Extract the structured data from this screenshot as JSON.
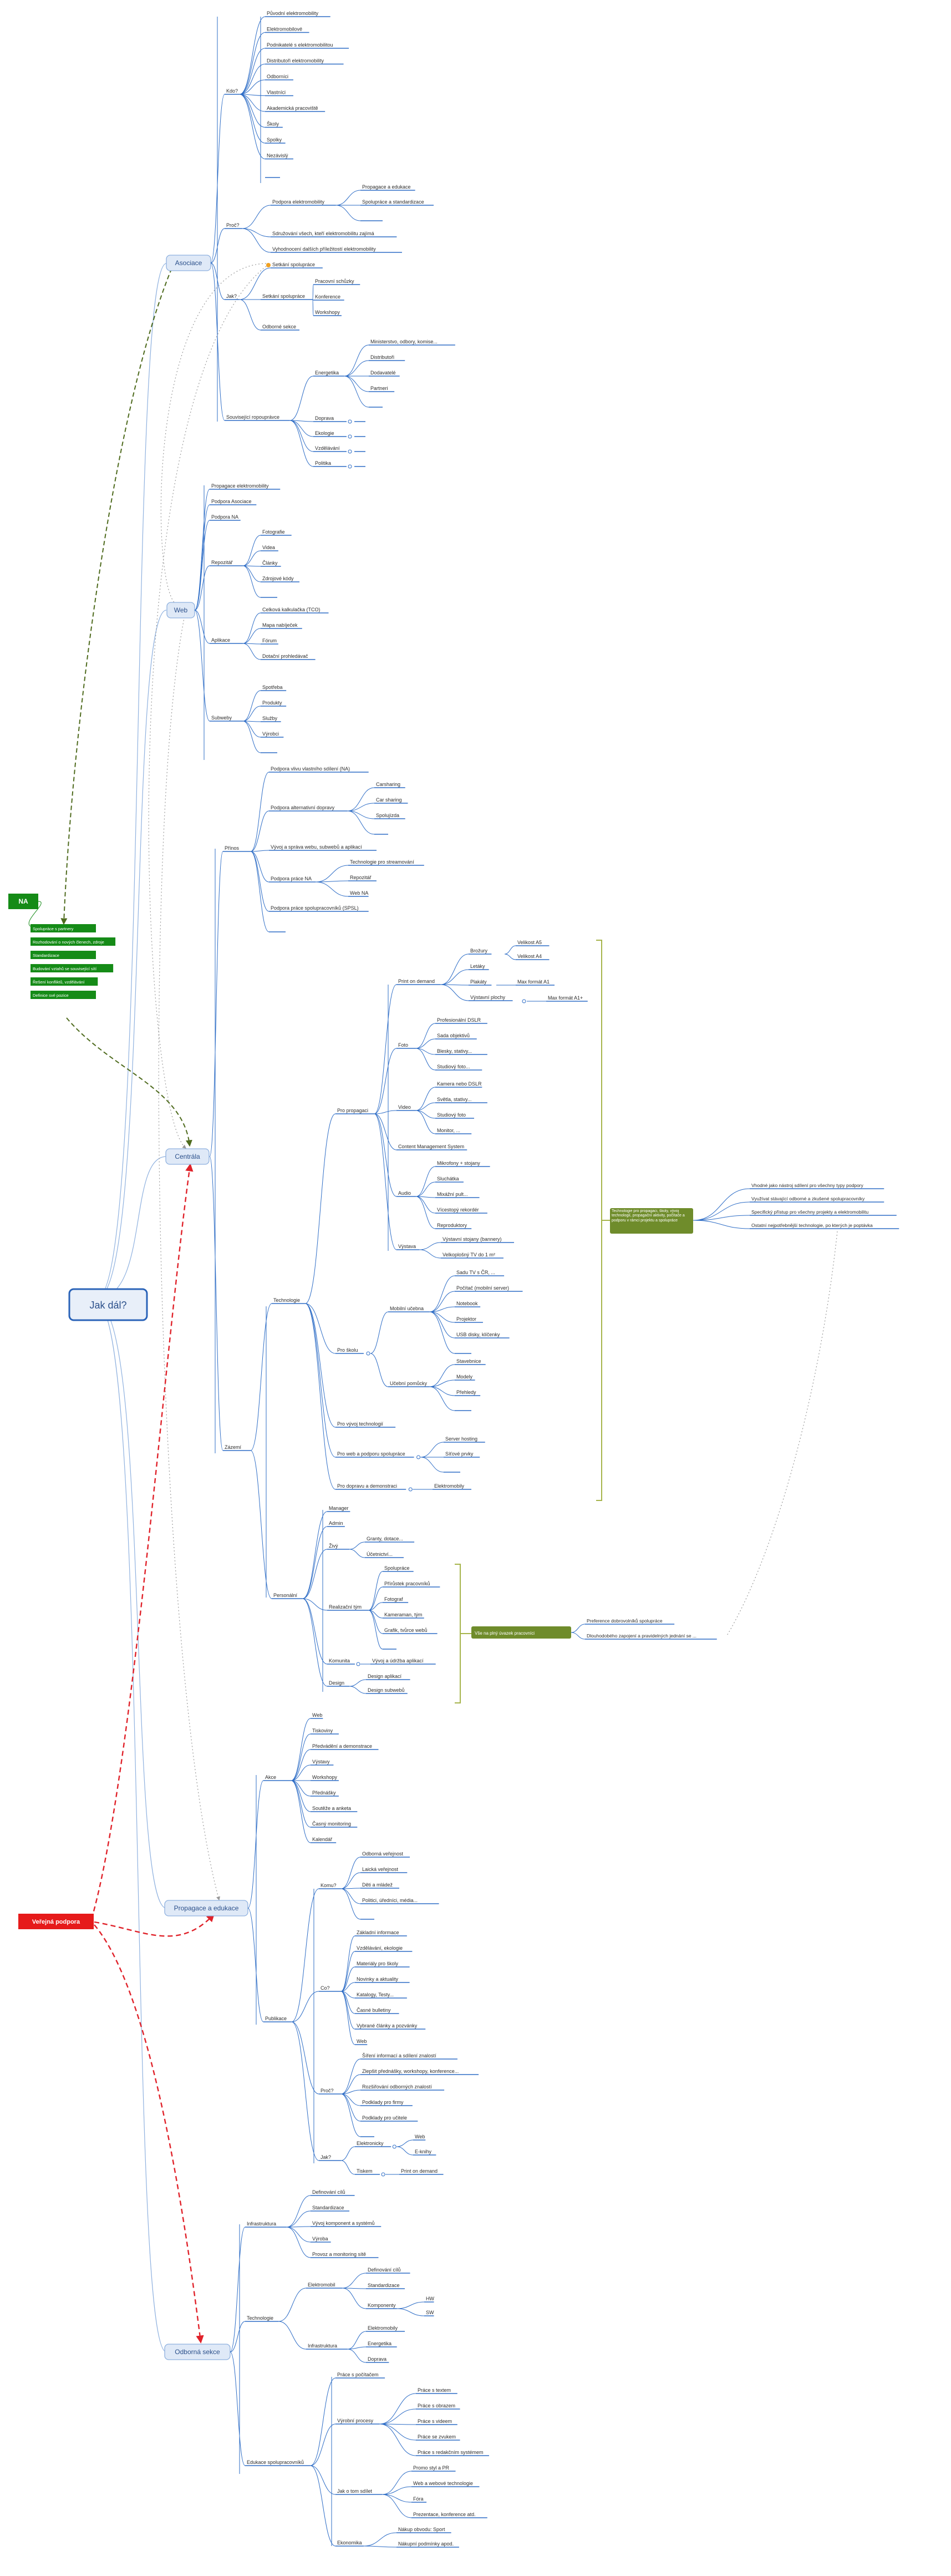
{
  "colors": {
    "branch": "#1f4e99",
    "leaf_line": "#2e6dc6",
    "hub_line": "#8fb1df",
    "hub_fill": "#dfe9f7",
    "root_border": "#2a63b8",
    "dashed_green": "#4f6b1e",
    "dashed_red": "#e0222a",
    "dotted_gray": "#999999",
    "bracket": "#a6b44b",
    "note_fill": "#6f8c2b",
    "na_fill": "#158b17",
    "verejna_fill": "#e61a1a"
  },
  "root": {
    "label": "Jak dál?"
  },
  "side_nodes": {
    "na": {
      "label": "NA"
    },
    "na_items": [
      "Spolupráce s partnery",
      "Rozhodování o nových členech, zdroje",
      "Standardizace",
      "Budování vztahů se související sítí",
      "Řešení konfliktů, vzdělávání",
      "Definice své pozice"
    ],
    "verejna_podpora": {
      "label": "Veřejná podpora"
    }
  },
  "hubs": [
    {
      "id": "asociace",
      "label": "Asociace"
    },
    {
      "id": "web",
      "label": "Web"
    },
    {
      "id": "centrala",
      "label": "Centrála"
    },
    {
      "id": "propagace",
      "label": "Propagace a edukace"
    },
    {
      "id": "odborna",
      "label": "Odborná sekce"
    }
  ],
  "nodes": {
    "asociace": {
      "kdo": "Kdo?",
      "kdo_items": [
        "Původní elektromobility",
        "Elektromobilové",
        "Podnikatelé s elektromobilitou",
        "Distributoři elektromobility",
        "Odborníci",
        "Vlastníci",
        "Akademická pracoviště",
        "Školy",
        "Spolky",
        "Nezávislý"
      ],
      "proc": "Proč?",
      "podpora_elektro": "Podpora elektromobility",
      "podpora_children": [
        "Propagace a edukace",
        "Spolupráce a standardizace"
      ],
      "proc_items": [
        "Sdružování všech, kteří elektromobilitu zajímá",
        "Vyhodnocení dalších příležitostí elektromobility"
      ],
      "jak": "Jak?",
      "setkani": "Setkání spolupráce",
      "setkani_children": [
        "Pracovní schůzky",
        "Konference",
        "Workshopy"
      ],
      "odborne_sekce": "Odborné sekce",
      "souvisejici": "Související ropouprávce",
      "energetika": "Energetika",
      "energetika_children": [
        "Ministerstvo, odbory, komise...",
        "Distributoři",
        "Dodavatelé",
        "Partneri"
      ],
      "doprava": "Doprava",
      "ekologie": "Ekologie",
      "vzdelavani": "Vzdělávání",
      "politika": "Politika"
    },
    "web": {
      "top_items": [
        "Propagace elektromobility",
        "Podpora Asociace",
        "Podpora NA"
      ],
      "repozitar": "Repozitář",
      "repozitar_children": [
        "Fotografie",
        "Videa",
        "Články",
        "Zdrojové kódy"
      ],
      "aplikace": "Aplikace",
      "aplikace_children": [
        "Celková kalkulačka (TCO)",
        "Mapa nabíječek",
        "Fórum",
        "Dotační prohledávač"
      ],
      "subweby": "Subweby",
      "subweby_children": [
        "Spotřeba",
        "Produkty",
        "Služby",
        "Výrobci"
      ]
    },
    "centrala": {
      "prinos": "Přínos",
      "prinos_items": [
        "Podpora vlivu vlastního sdílení (NA)",
        "Podpora alternativní dopravy"
      ],
      "alt_children": [
        "Carsharing",
        "Car sharing",
        "Spolujízda"
      ],
      "vyvoj": "Vývoj a správa webu, subwebů a aplikací",
      "podpora_prace": "Podpora práce NA",
      "podpora_prace_children": [
        "Technologie pro streamování",
        "Repozitář",
        "Web NA"
      ],
      "podpora_spol": "Podpora práce spolupracovníků (SPSL)",
      "zazemi": "Zázemí",
      "technologie": "Technologie",
      "pro_propagaci": "Pro propagaci",
      "print": "Print on demand",
      "print_children": [
        "Brožury",
        "Letáky",
        "Plakáty",
        "Výstavní plochy"
      ],
      "brozury_children": [
        "Velikost A5",
        "Velikost A4"
      ],
      "plakaty_child": "Max formát A1",
      "vystavni_child": "Max formát A1+",
      "foto": "Foto",
      "foto_children": [
        "Profesionální DSLR",
        "Sada objektivů",
        "Blesky, stativy...",
        "Studiový foto..."
      ],
      "video": "Video",
      "video_children": [
        "Kamera nebo DSLR",
        "Světla, stativy...",
        "Studiový foto",
        "Monitor, ..."
      ],
      "cms": "Content Management System",
      "audio": "Audio",
      "audio_children": [
        "Mikrofony + stojany",
        "Sluchátka",
        "Mixážní pult...",
        "Vícestopý rekordér",
        "Reproduktory"
      ],
      "vystava": "Výstava",
      "vystava_children": [
        "Výstavní stojany (bannery)",
        "Velkoplošný TV do 1 m²"
      ],
      "pro_skolu": "Pro školu",
      "mobilni": "Mobilní učebna",
      "mobilni_children": [
        "Sadu TV s ČR, ...",
        "Počítač (mobilní server)",
        "Notebook",
        "Projektor",
        "USB disky, klíčenky"
      ],
      "ucebni": "Učební pomůcky",
      "ucebni_children": [
        "Stavebnice",
        "Modely",
        "Přehledy"
      ],
      "pro_vyvoj": "Pro vývoj technologií",
      "pro_web": "Pro web a podporu spolupráce",
      "pro_web_children": [
        "Server hosting",
        "Síťové prvky"
      ],
      "pro_dopravu": "Pro dopravu a demonstraci",
      "pro_dopravu_child": "Elektromobily",
      "bracket_note": "Technologie pro propagaci, školy, vývoj technologií, propagační aktivity, počítače a podporu v rámci projektu a spolupráce",
      "right_items": [
        "Vhodné jako nástroj sdílení pro všechny typy podpory",
        "Využívat stávající odborné a zkušené spolupracovníky",
        "Specifický přístup pro všechny projekty a elektromobilitu",
        "Ostatní nejpotřebnější technologie, po kterých je poptávka"
      ],
      "personalni": "Personální",
      "manager": "Manager",
      "admin": "Admin",
      "zivy": "Živý",
      "zivy_children": [
        "Granty, dotace...",
        "Účetnictví..."
      ],
      "realizacni": "Realizační tým",
      "realizacni_children": [
        "Spolupráce",
        "Přírůstek pracovníků",
        "Fotograf",
        "Kameraman, tým",
        "Grafik, tvůrce webů"
      ],
      "komunita": "Komunita",
      "komunita_child": "Vývoj a údržba aplikací",
      "design": "Design",
      "design_children": [
        "Design aplikací",
        "Design subwebů"
      ],
      "bracket2_note": "Vše na plný úvazek pracovníci",
      "bracket2_items": [
        "Preference dobrovolníků spolupráce",
        "Dlouhodobého zapojení a pravidelných jednání se ..."
      ]
    },
    "propagace": {
      "akce": "Akce",
      "akce_items": [
        "Web",
        "Tiskoviny",
        "Předvádění a demonstrace",
        "Výstavy",
        "Workshopy",
        "Přednášky",
        "Soutěže a anketa",
        "Časný monitoring",
        "Kalendář"
      ],
      "publikace": "Publikace",
      "komu": "Komu?",
      "komu_children": [
        "Odborná veřejnost",
        "Laická veřejnost",
        "Děti a mládež",
        "Politici, úředníci, média..."
      ],
      "co": "Co?",
      "co_children": [
        "Základní informace",
        "Vzdělávání, ekologie",
        "Materiály pro školy",
        "Novinky a aktuality",
        "Katalogy, Testy...",
        "Časné bulletiny",
        "Vybrané články a pozvánky",
        "Web"
      ],
      "proc": "Proč?",
      "proc_children": [
        "Šíření informací a sdílení znalostí",
        "Zlepšit přednášky, workshopy, konference...",
        "Rozšiřování odborných znalostí",
        "Podklady pro firmy",
        "Podklady pro učitele"
      ],
      "jak": "Jak?",
      "elektronicky": "Elektronicky",
      "elektronicky_children": [
        "Web",
        "E-knihy"
      ],
      "tiskem": "Tiskem",
      "tiskem_child": "Print on demand"
    },
    "odborna": {
      "infrastruktura": "Infrastruktura",
      "infra_items": [
        "Definování cílů",
        "Standardizace",
        "Vývoj komponent a systémů",
        "Výroba",
        "Provoz a monitoring sítě"
      ],
      "technologie": "Technologie",
      "elektromobil": "Elektromobil",
      "elektromobil_children": [
        "Definování cílů",
        "Standardizace"
      ],
      "komponenty": "Komponenty",
      "komponenty_children": [
        "HW",
        "SW"
      ],
      "infra2": "Infrastruktura",
      "infra2_children": [
        "Elektromobily",
        "Energetika",
        "Doprava"
      ],
      "edukace": "Edukace spolupracovníků",
      "prace_pocitacem": "Práce s počítačem",
      "vyrobni": "Výrobní procesy",
      "vyrobni_children": [
        "Práce s textem",
        "Práce s obrazem",
        "Práce s videem",
        "Práce se zvukem",
        "Práce s redakčním systémem"
      ],
      "jak_sdilet": "Jak o tom sdílet",
      "jak_sdilet_children": [
        "Promo styl a PR",
        "Web a webové technologie",
        "Fóra",
        "Prezentace, konference atd."
      ],
      "ekonomika": "Ekonomika",
      "ekonomika_children": [
        "Nákup obvodu: Sport",
        "Nákupní podmínky apod."
      ]
    }
  }
}
